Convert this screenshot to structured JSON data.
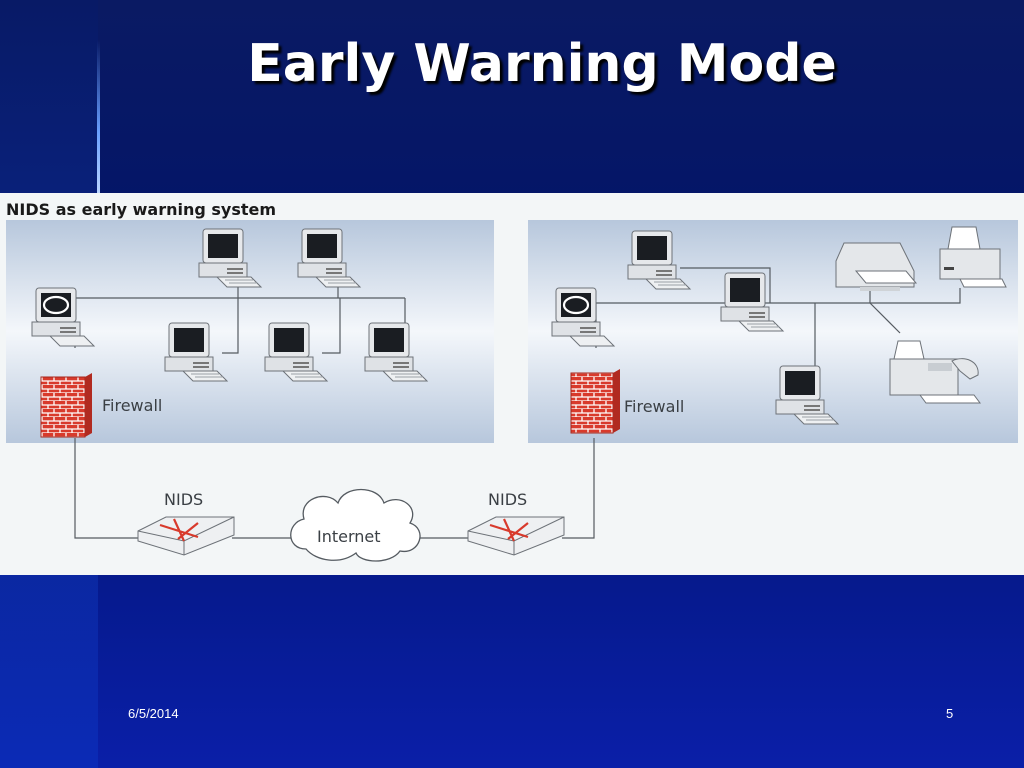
{
  "slide": {
    "title": "Early Warning Mode",
    "date": "6/5/2014",
    "page_number": "5"
  },
  "diagram": {
    "caption": "NIDS as early warning system",
    "labels": {
      "firewall_left": "Firewall",
      "firewall_right": "Firewall",
      "nids_left": "NIDS",
      "nids_right": "NIDS",
      "internet": "Internet"
    },
    "icons": [
      "pc-icon",
      "server-icon",
      "firewall-icon",
      "nids-icon",
      "cloud-icon",
      "printer-icon",
      "fax-icon"
    ]
  }
}
